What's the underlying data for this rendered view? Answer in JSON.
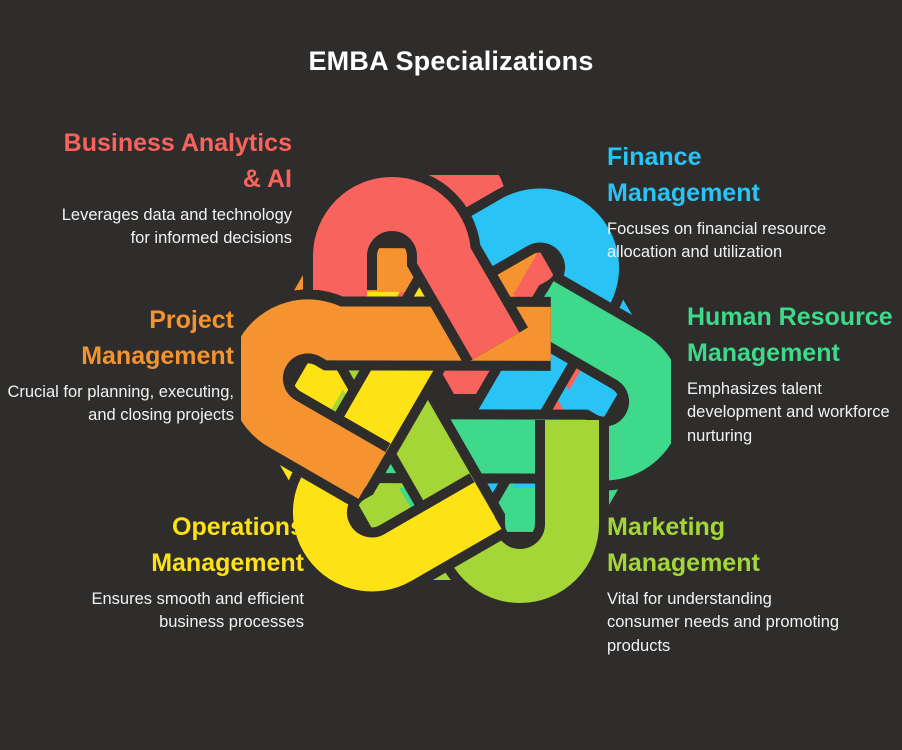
{
  "header": {
    "title": "EMBA Specializations"
  },
  "theme": {
    "background": "#2e2d2c",
    "title_color": "#ffffff",
    "description_color": "#f2f2f2"
  },
  "specializations": [
    {
      "id": "business-analytics",
      "title": "Business Analytics & AI",
      "description": "Leverages data and technology for informed decisions",
      "color": "#f9635d",
      "side": "left"
    },
    {
      "id": "project-management",
      "title": "Project Management",
      "description": "Crucial for planning, executing, and closing projects",
      "color": "#f4932f",
      "side": "left"
    },
    {
      "id": "operations-management",
      "title": "Operations Management",
      "description": "Ensures smooth and efficient business processes",
      "color": "#fde216",
      "side": "left"
    },
    {
      "id": "finance-management",
      "title": "Finance Management",
      "description": "Focuses on financial resource allocation and utilization",
      "color": "#29c3f5",
      "side": "right"
    },
    {
      "id": "human-resource-management",
      "title": "Human Resource Management",
      "description": "Emphasizes talent development and workforce nurturing",
      "color": "#3ed98a",
      "side": "right"
    },
    {
      "id": "marketing-management",
      "title": "Marketing Management",
      "description": "Vital for understanding consumer needs and promoting products",
      "color": "#a3d636",
      "side": "right"
    }
  ],
  "knot": {
    "label": "six-strand-interlocking-loop-diagram",
    "strand_colors": [
      "#f9635d",
      "#29c3f5",
      "#3ed98a",
      "#a3d636",
      "#fde216",
      "#f4932f"
    ],
    "strand_count": 6
  }
}
